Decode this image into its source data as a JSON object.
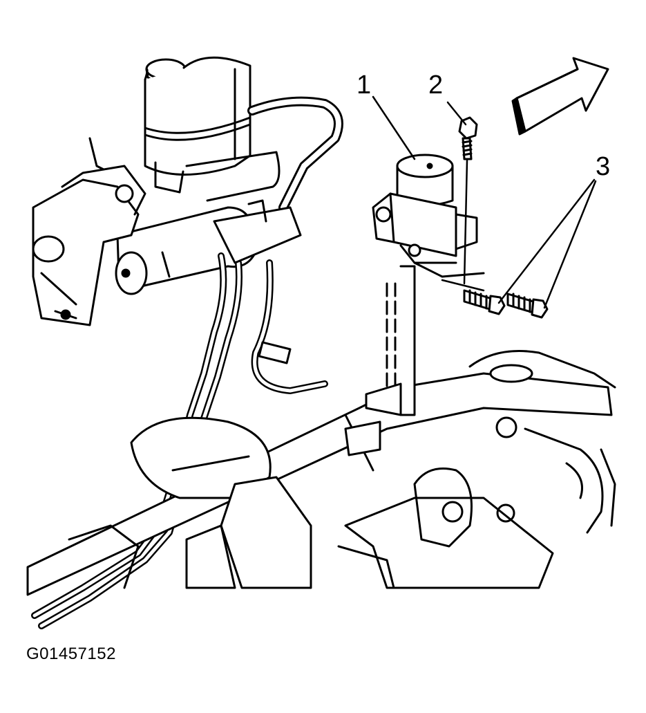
{
  "callouts": [
    {
      "id": "1",
      "label": "1"
    },
    {
      "id": "2",
      "label": "2"
    },
    {
      "id": "3",
      "label": "3"
    }
  ],
  "figure_id": "G01457152",
  "colors": {
    "line": "#000000",
    "background": "#ffffff"
  },
  "icons": {
    "direction_arrow": "forward-arrow-icon"
  }
}
